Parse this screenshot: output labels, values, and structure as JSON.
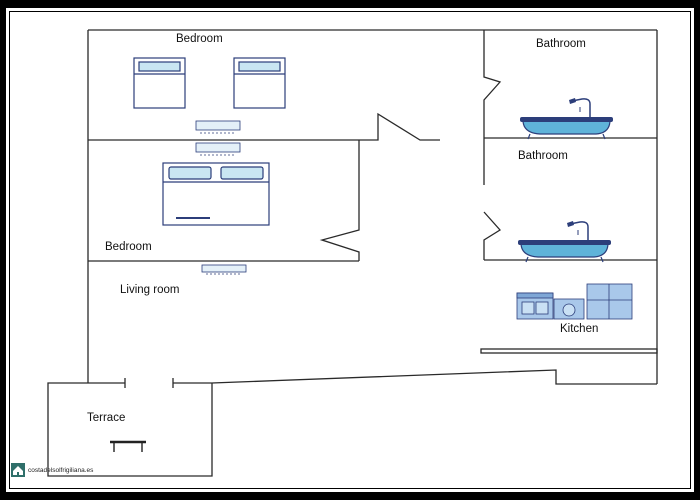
{
  "rooms": {
    "bedroom_top": "Bedroom",
    "bathroom_top": "Bathroom",
    "bathroom_mid": "Bathroom",
    "bedroom_mid": "Bedroom",
    "living_room": "Living room",
    "kitchen": "Kitchen",
    "terrace": "Terrace"
  },
  "watermark": {
    "text": "costadelsolfrigiliana.es"
  },
  "colors": {
    "wall": "#2a2a2a",
    "furniture_outline": "#2c3e7a",
    "furniture_fill": "#c9e6f2",
    "bath_fill": "#5fb3d9",
    "appliance_fill": "#a9c8ea"
  }
}
